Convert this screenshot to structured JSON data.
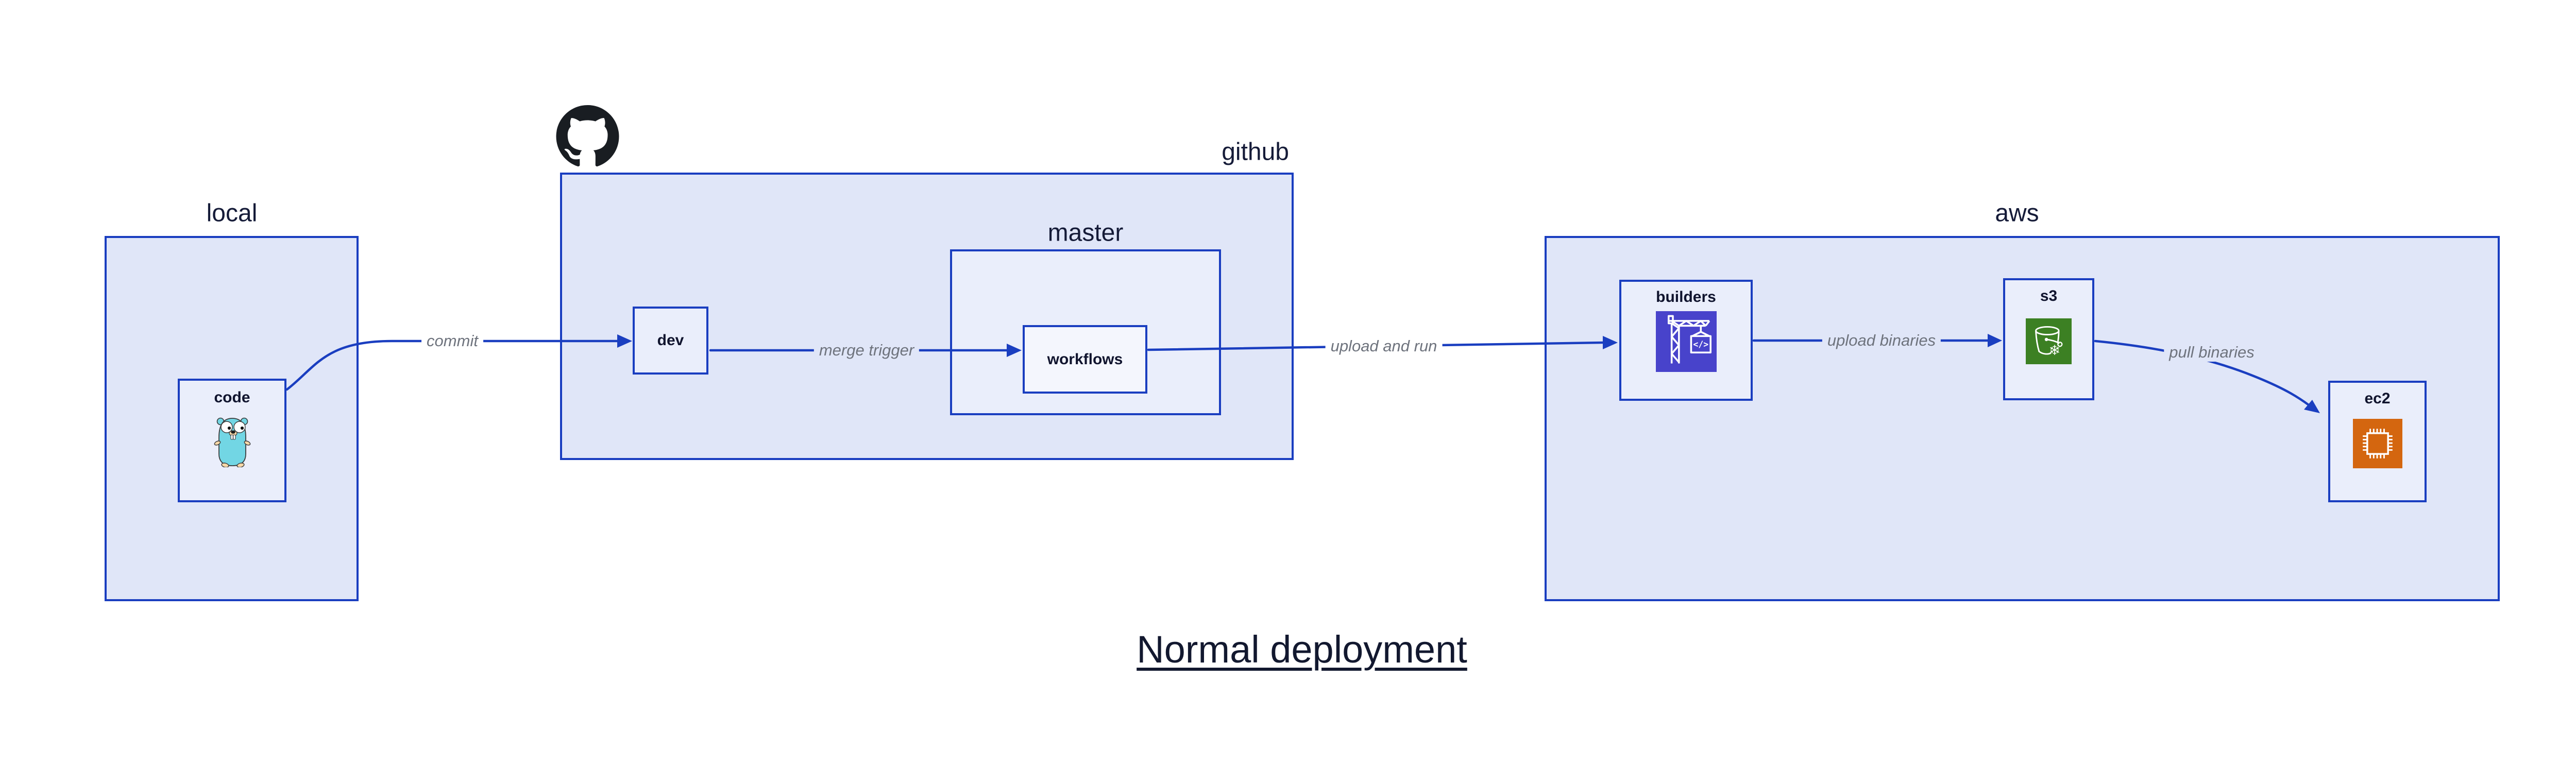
{
  "title": "Normal deployment",
  "containers": {
    "local": {
      "label": "local"
    },
    "github": {
      "label": "github"
    },
    "master": {
      "label": "master"
    },
    "aws": {
      "label": "aws"
    }
  },
  "nodes": {
    "code": {
      "label": "code",
      "icon": "go-gopher-icon"
    },
    "dev": {
      "label": "dev"
    },
    "workflows": {
      "label": "workflows"
    },
    "builders": {
      "label": "builders",
      "icon": "codebuild-crane-icon"
    },
    "s3": {
      "label": "s3",
      "icon": "s3-glacier-bucket-icon"
    },
    "ec2": {
      "label": "ec2",
      "icon": "ec2-chip-icon"
    }
  },
  "edges": {
    "commit": {
      "label": "commit",
      "from": "code",
      "to": "dev"
    },
    "merge_trigger": {
      "label": "merge trigger",
      "from": "dev",
      "to": "workflows"
    },
    "upload_and_run": {
      "label": "upload and run",
      "from": "workflows",
      "to": "builders"
    },
    "upload_binaries": {
      "label": "upload binaries",
      "from": "builders",
      "to": "s3"
    },
    "pull_binaries": {
      "label": "pull binaries",
      "from": "s3",
      "to": "ec2"
    }
  },
  "icons": {
    "github_logo": "github-octocat-icon",
    "codebuild_code_glyph": "</>",
    "s3_snowflake_glyph": "❄"
  },
  "colors": {
    "stroke_blue": "#1a3ec0",
    "container_fill": "#e0e6f8",
    "node_fill": "#eaeefb",
    "workflows_fill": "#f4f6fd",
    "label_navy": "#151b38",
    "edge_label_gray": "#6e737d",
    "codebuild_indigo": "#4843cb",
    "s3_green": "#3c8023",
    "ec2_orange": "#d4660f",
    "gopher_teal": "#72d6e4",
    "github_black": "#191d22"
  }
}
